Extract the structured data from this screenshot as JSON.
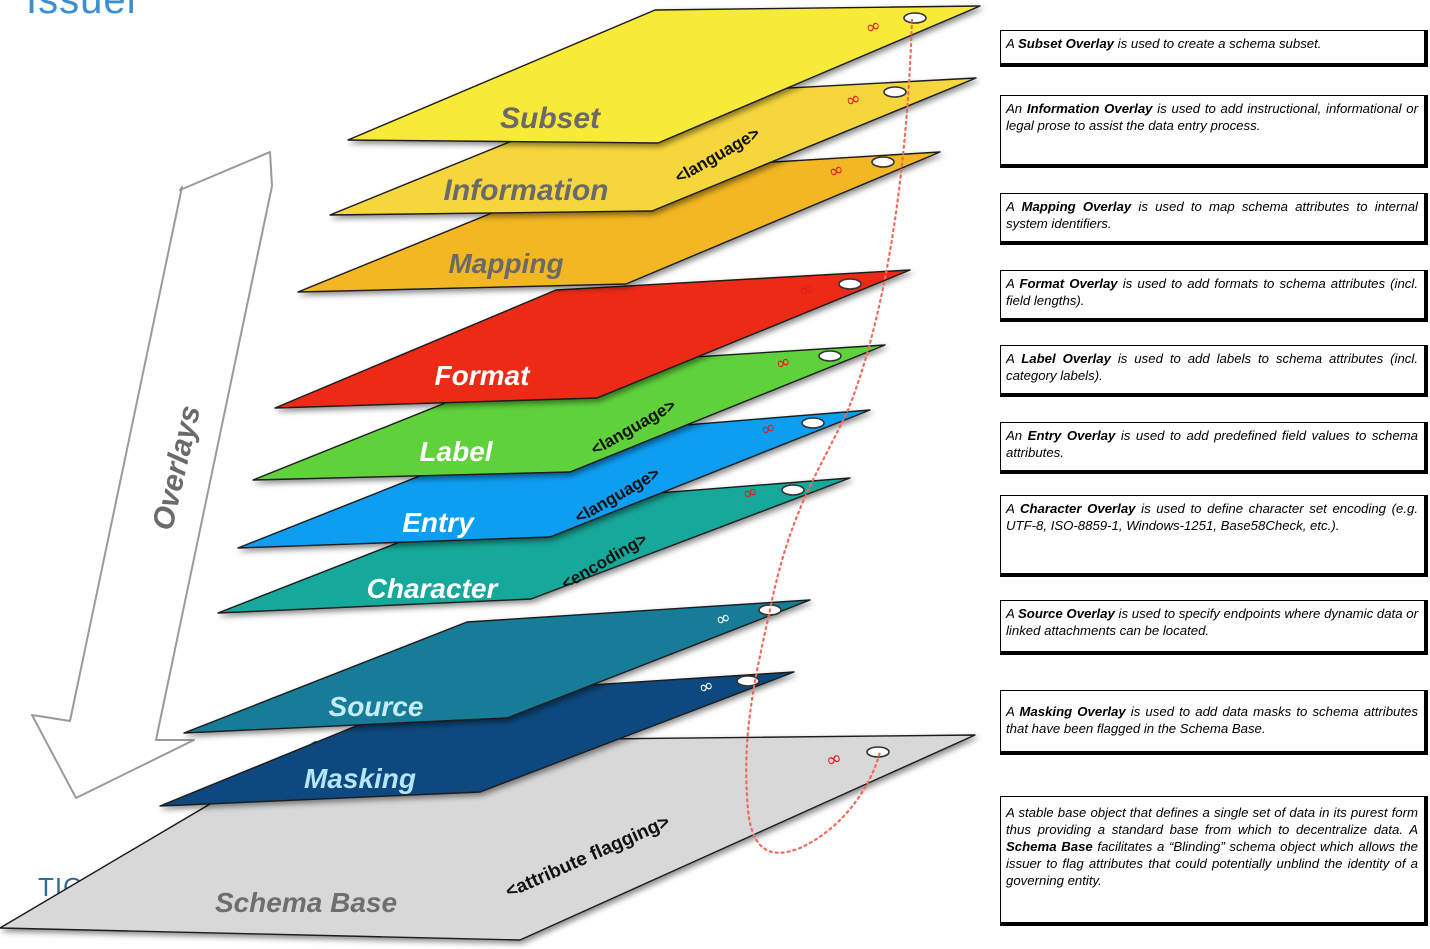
{
  "header_fragment": "Issuer",
  "footer_fragment": "TION",
  "arrow_label": "Overlays",
  "layers": [
    {
      "key": "subset",
      "label": "Subset",
      "tag": "",
      "fill": "#f8ea38",
      "text_color": "#6a6a6a"
    },
    {
      "key": "information",
      "label": "Information",
      "tag": "<language>",
      "fill": "#f5d63c",
      "text_color": "#6a6a6a"
    },
    {
      "key": "mapping",
      "label": "Mapping",
      "tag": "",
      "fill": "#f2b724",
      "text_color": "#6a6a6a"
    },
    {
      "key": "format",
      "label": "Format",
      "tag": "",
      "fill": "#ec2a16",
      "text_color": "#ffffff"
    },
    {
      "key": "label",
      "label": "Label",
      "tag": "<language>",
      "fill": "#5ed23a",
      "text_color": "#ffffff"
    },
    {
      "key": "entry",
      "label": "Entry",
      "tag": "<language>",
      "fill": "#0a9ef2",
      "text_color": "#ffffff"
    },
    {
      "key": "character",
      "label": "Character",
      "tag": "<encoding>",
      "fill": "#12a89a",
      "text_color": "#ffffff"
    },
    {
      "key": "source",
      "label": "Source",
      "tag": "",
      "fill": "#137b98",
      "text_color": "#c6ecfa"
    },
    {
      "key": "masking",
      "label": "Masking",
      "tag": "",
      "fill": "#0e497f",
      "text_color": "#b6e4f8"
    },
    {
      "key": "schema_base",
      "label": "Schema Base",
      "tag": "<attribute flagging>",
      "fill": "#d8d8d8",
      "text_color": "#6e6e6e"
    }
  ],
  "descriptions": {
    "subset": {
      "pre": "A ",
      "bold": "Subset Overlay",
      "post": " is used to create a schema subset."
    },
    "information": {
      "pre": "An ",
      "bold": "Information Overlay",
      "post": " is used to add instructional, informational or legal prose to assist the data entry process."
    },
    "mapping": {
      "pre": "A ",
      "bold": "Mapping Overlay",
      "post": " is used to map schema attributes to internal system identifiers."
    },
    "format": {
      "pre": "A ",
      "bold": "Format Overlay",
      "post": " is used to add formats to schema attributes (incl. field lengths)."
    },
    "label": {
      "pre": "A ",
      "bold": "Label Overlay",
      "post": " is used to add labels to schema attributes (incl. category labels)."
    },
    "entry": {
      "pre": "An ",
      "bold": "Entry Overlay",
      "post": " is used to add predefined field values to schema attributes."
    },
    "character": {
      "pre": "A ",
      "bold": "Character Overlay",
      "post": " is used to define character set encoding (e.g. UTF-8, ISO-8859-1, Windows-1251, Base58Check, etc.)."
    },
    "source": {
      "pre": "A ",
      "bold": "Source Overlay",
      "post": " is used to specify endpoints where dynamic data or linked attachments can be located."
    },
    "masking": {
      "pre": "A ",
      "bold": "Masking Overlay",
      "post": " is used to add data masks to schema attributes that have been flagged in the Schema Base."
    },
    "schema_base": {
      "pre": "A stable base object that defines a single set of data in its purest form thus providing a standard base from which to decentralize data. A ",
      "bold": "Schema Base",
      "post": " facilitates a “Blinding” schema object which allows the issuer to flag attributes that could potentially unblind the identity of a governing entity."
    }
  },
  "colors": {
    "link_red": "#e21b1b",
    "link_white": "#ffffff",
    "connector": "#f06a5a",
    "arrow_stroke": "#9a9a9a"
  }
}
